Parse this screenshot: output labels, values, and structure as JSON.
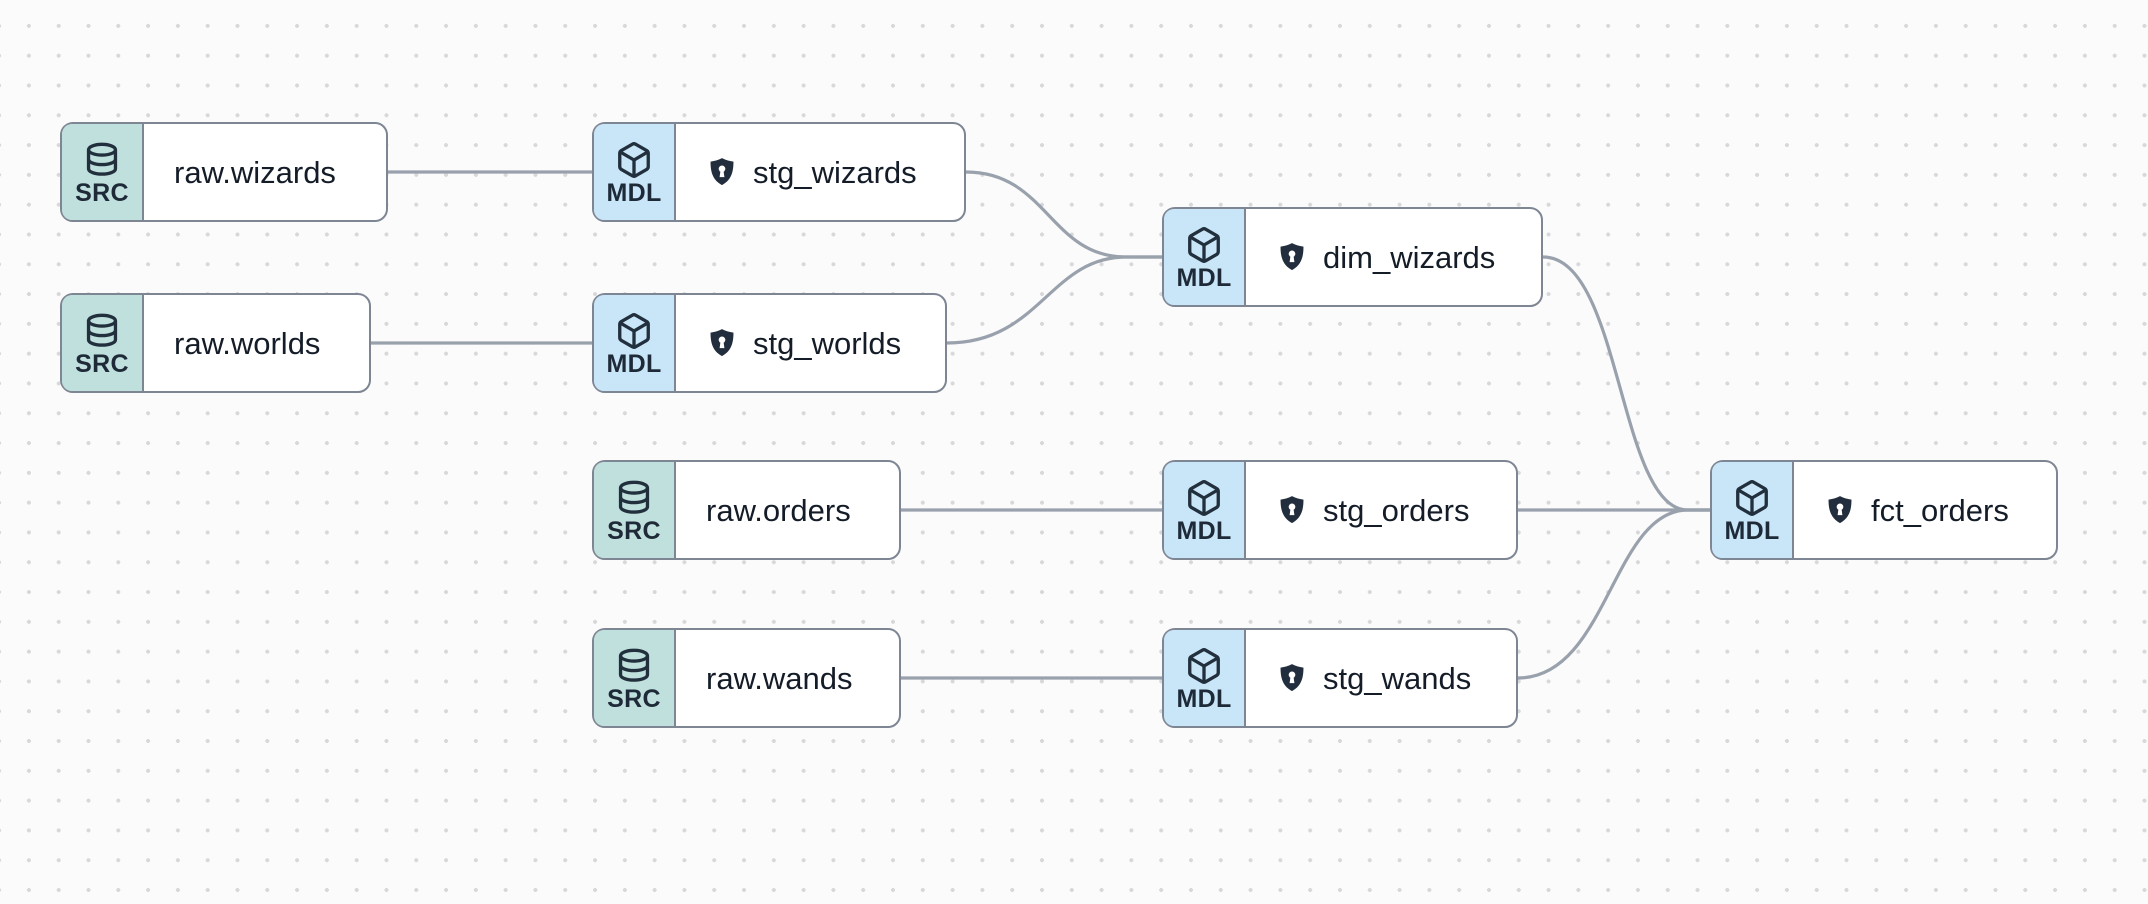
{
  "canvas": {
    "background_color": "#fbfbfb",
    "dot_color": "#d8d8da",
    "edge_color": "#99a1ac",
    "node_border_color": "#7e8694",
    "label_text_color": "#141c28"
  },
  "node_types": {
    "source": {
      "badge": "SRC",
      "badge_color": "#bfe0dc",
      "icon": "database-icon"
    },
    "model": {
      "badge": "MDL",
      "badge_color": "#c9e5f8",
      "icon": "cube-icon"
    }
  },
  "protected_icon": "shield-lock-icon",
  "nodes": [
    {
      "id": "raw_wizards",
      "label": "raw.wizards",
      "type": "source",
      "badge": "SRC",
      "protected": false
    },
    {
      "id": "raw_worlds",
      "label": "raw.worlds",
      "type": "source",
      "badge": "SRC",
      "protected": false
    },
    {
      "id": "stg_wizards",
      "label": "stg_wizards",
      "type": "model",
      "badge": "MDL",
      "protected": true
    },
    {
      "id": "stg_worlds",
      "label": "stg_worlds",
      "type": "model",
      "badge": "MDL",
      "protected": true
    },
    {
      "id": "dim_wizards",
      "label": "dim_wizards",
      "type": "model",
      "badge": "MDL",
      "protected": true
    },
    {
      "id": "raw_orders",
      "label": "raw.orders",
      "type": "source",
      "badge": "SRC",
      "protected": false
    },
    {
      "id": "stg_orders",
      "label": "stg_orders",
      "type": "model",
      "badge": "MDL",
      "protected": true
    },
    {
      "id": "raw_wands",
      "label": "raw.wands",
      "type": "source",
      "badge": "SRC",
      "protected": false
    },
    {
      "id": "stg_wands",
      "label": "stg_wands",
      "type": "model",
      "badge": "MDL",
      "protected": true
    },
    {
      "id": "fct_orders",
      "label": "fct_orders",
      "type": "model",
      "badge": "MDL",
      "protected": true
    }
  ],
  "edges": [
    {
      "from": "raw.wizards",
      "to": "stg_wizards"
    },
    {
      "from": "raw.worlds",
      "to": "stg_worlds"
    },
    {
      "from": "stg_wizards",
      "to": "dim_wizards"
    },
    {
      "from": "stg_worlds",
      "to": "dim_wizards"
    },
    {
      "from": "raw.orders",
      "to": "stg_orders"
    },
    {
      "from": "raw.wands",
      "to": "stg_wands"
    },
    {
      "from": "dim_wizards",
      "to": "fct_orders"
    },
    {
      "from": "stg_orders",
      "to": "fct_orders"
    },
    {
      "from": "stg_wands",
      "to": "fct_orders"
    }
  ]
}
